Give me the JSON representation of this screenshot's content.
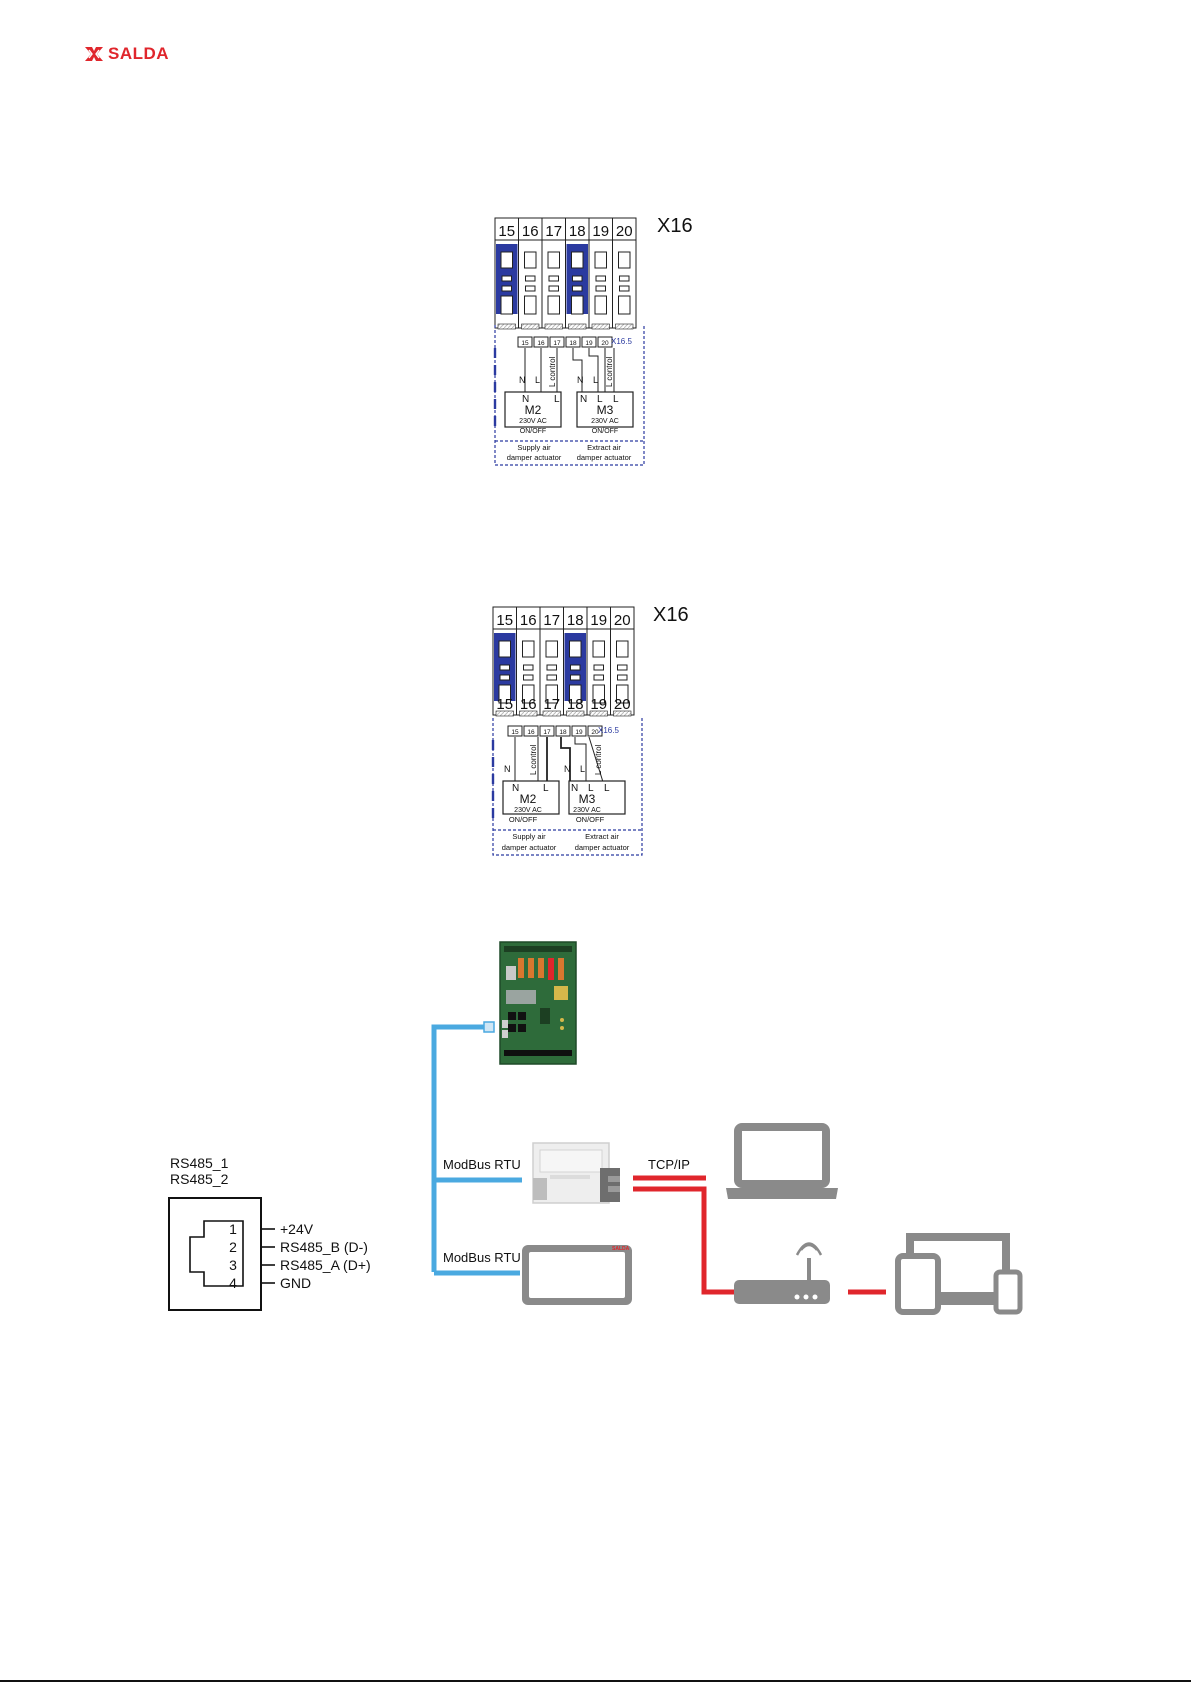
{
  "header": {
    "brand": "SALDA",
    "brand_color": "#e0262c"
  },
  "diagram1": {
    "connector": "X16",
    "top_numbers": [
      "15",
      "16",
      "17",
      "18",
      "19",
      "20"
    ],
    "small_numbers": [
      "15",
      "16",
      "17",
      "18",
      "19",
      "20"
    ],
    "block_label": "X16.5",
    "wire_labels_m2": [
      "N",
      "L",
      "L control"
    ],
    "wire_labels_m3": [
      "N",
      "L",
      "L control"
    ],
    "m2": {
      "name": "M2",
      "terminals": [
        "N",
        "L"
      ],
      "voltage": "230V AC",
      "mode": "ON/OFF"
    },
    "m3": {
      "name": "M3",
      "terminals": [
        "N",
        "L",
        "L"
      ],
      "voltage": "230V AC",
      "mode": "ON/OFF"
    },
    "supply_label": [
      "Supply air",
      "damper actuator"
    ],
    "extract_label": [
      "Extract air",
      "damper actuator"
    ]
  },
  "diagram2": {
    "connector": "X16",
    "top_numbers": [
      "15",
      "16",
      "17",
      "18",
      "19",
      "20"
    ],
    "bottom_numbers": [
      "15",
      "16",
      "17",
      "18",
      "19",
      "20"
    ],
    "small_numbers": [
      "15",
      "16",
      "17",
      "18",
      "19",
      "20"
    ],
    "block_label": "X16.5",
    "wire_labels_m2": [
      "N",
      "L control"
    ],
    "wire_labels_m3": [
      "N",
      "L",
      "L control"
    ],
    "m2": {
      "name": "M2",
      "terminals": [
        "N",
        "L"
      ],
      "voltage": "230V AC",
      "mode": "ON/OFF"
    },
    "m3": {
      "name": "M3",
      "terminals": [
        "N",
        "L",
        "L"
      ],
      "voltage": "230V AC",
      "mode": "ON/OFF"
    },
    "supply_label": [
      "Supply air",
      "damper actuator"
    ],
    "extract_label": [
      "Extract air",
      "damper actuator"
    ]
  },
  "network": {
    "port_labels": [
      "RS485_1",
      "RS485_2"
    ],
    "pins": [
      {
        "num": "1",
        "signal": "+24V"
      },
      {
        "num": "2",
        "signal": "RS485_B (D-)"
      },
      {
        "num": "3",
        "signal": "RS485_A (D+)"
      },
      {
        "num": "4",
        "signal": "GND"
      }
    ],
    "bus_label_1": "ModBus RTU",
    "bus_label_2": "ModBus RTU",
    "tcp_label": "TCP/IP",
    "panel_brand": "SALDA",
    "colors": {
      "modbus": "#4aa9e0",
      "tcp": "#e0262c",
      "device": "#8a8a8a",
      "pcb": "#2e6b3a"
    }
  }
}
